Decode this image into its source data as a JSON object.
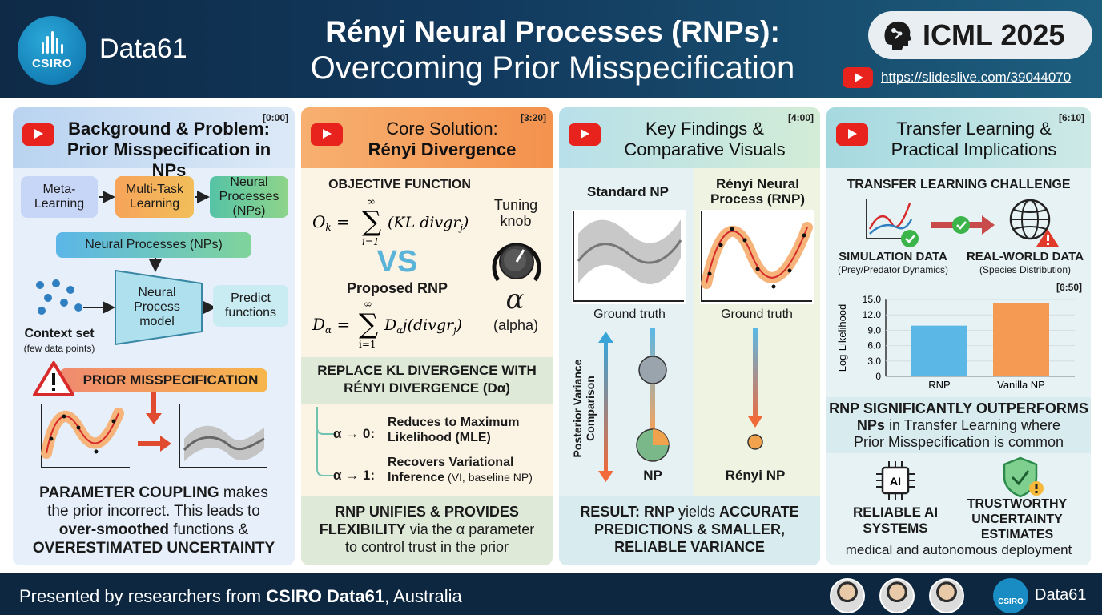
{
  "header": {
    "logo_text": "CSIRO",
    "brand": "Data61",
    "title_line1": "Rényi Neural Processes (RNPs):",
    "title_line2": "Overcoming Prior Misspecification",
    "conference": "ICML 2025",
    "video_link": "https://slideslive.com/39044070"
  },
  "col1": {
    "timestamp": "[0:00]",
    "title_line1": "Background & Problem:",
    "title_line2": "Prior Misspecification in NPs",
    "flow": [
      "Meta-Learning",
      "Multi-Task Learning",
      "Neural Processes (NPs)"
    ],
    "np_bar": "Neural Processes (NPs)",
    "context_label": "Context set",
    "context_sub": "(few data points)",
    "model_label": "Neural Process model",
    "predict_label": "Predict functions",
    "warning": "PRIOR MISSPECIFICATION",
    "text": {
      "a": "PARAMETER COUPLING",
      "b": " makes",
      "c": "the prior incorrect. This leads to",
      "d": "over-smoothed",
      "e": " functions &",
      "f": "OVERESTIMATED UNCERTAINTY"
    }
  },
  "col2": {
    "timestamp": "[3:20]",
    "title_line1": "Core Solution:",
    "title_line2": "Rényi Divergence",
    "objective_title": "OBJECTIVE FUNCTION",
    "knob_label": "Tuning knob",
    "vs": "VS",
    "proposed": "Proposed RNP",
    "alpha": "α",
    "alpha_label": "(alpha)",
    "replace_line1": "REPLACE KL DIVERGENCE WITH",
    "replace_line2": "RÉNYI DIVERGENCE (Dα)",
    "case0_key": "α → 0:",
    "case0_text": "Reduces to Maximum Likelihood (MLE)",
    "case1_key": "α → 1:",
    "case1_text_a": "Recovers Variational",
    "case1_text_b": "Inference",
    "case1_text_c": " (VI, baseline NP)",
    "summary": {
      "a": "RNP UNIFIES & PROVIDES",
      "b": "FLEXIBILITY",
      "c": " via the α parameter",
      "d": "to control trust in the prior"
    }
  },
  "col3": {
    "timestamp": "[4:00]",
    "title_line1": "Key Findings &",
    "title_line2": "Comparative Visuals",
    "standard_np": "Standard NP",
    "renyi_np_title": "Rényi Neural Process (RNP)",
    "ground_truth": "Ground truth",
    "axis_label": "Posterior Variance Comparison",
    "np_label": "NP",
    "renyi_label": "Rényi NP",
    "result": {
      "a": "RESULT: RNP",
      "b": " yields ",
      "c": "ACCURATE",
      "d": "PREDICTIONS & SMALLER,",
      "e": "RELIABLE VARIANCE"
    }
  },
  "col4": {
    "timestamp": "[6:10]",
    "title_line1": "Transfer Learning &",
    "title_line2": "Practical Implications",
    "challenge": "TRANSFER LEARNING CHALLENGE",
    "sim_title": "SIMULATION DATA",
    "sim_sub": "(Prey/Predator Dynamics)",
    "real_title": "REAL-WORLD DATA",
    "real_sub": "(Species Distribution)",
    "chart_ts": "[6:50]",
    "outperform": {
      "a": "RNP SIGNIFICANTLY OUTPERFORMS",
      "b": "NPs",
      "c": " in Transfer Learning where",
      "d": "Prior Misspecification is common"
    },
    "ai_chip": "AI",
    "reliable": "RELIABLE AI SYSTEMS",
    "trustworthy": "TRUSTWORTHY UNCERTAINTY ESTIMATES",
    "deployment": "medical and autonomous deployment"
  },
  "chart_data": {
    "type": "bar",
    "categories": [
      "RNP",
      "Vanilla NP"
    ],
    "values": [
      9.9,
      14.3
    ],
    "ylabel": "Log-Likelihood",
    "yticks": [
      "0",
      "3.0",
      "6.0",
      "9.0",
      "12.0",
      "15.0"
    ],
    "ylim": [
      0,
      15
    ],
    "colors": [
      "#5bb8e6",
      "#f59a52"
    ]
  },
  "footer": {
    "prefix": "Presented by researchers from ",
    "org": "CSIRO Data61",
    "suffix": ", Australia",
    "logo_text": "CSIRO",
    "brand": "Data61"
  }
}
